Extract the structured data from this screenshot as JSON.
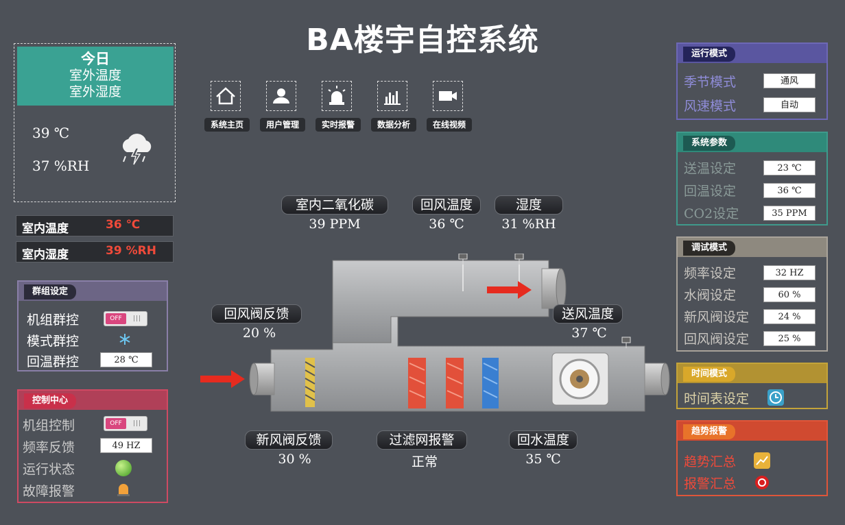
{
  "app_title": "BA楼宇自控系统",
  "weather": {
    "today": "今日",
    "outdoor_temp_label": "室外温度",
    "outdoor_humidity_label": "室外湿度",
    "temperature": "39 ℃",
    "humidity": "37 %RH",
    "icon": "thunder-cloud-icon"
  },
  "indoor": {
    "temp_label": "室内温度",
    "temp_value": "36 ℃",
    "humidity_label": "室内湿度",
    "humidity_value": "39 %RH"
  },
  "group_panel": {
    "tab": "群组设定",
    "unit_group_label": "机组群控",
    "unit_group_toggle": "OFF",
    "mode_group_label": "模式群控",
    "return_temp_group_label": "回温群控",
    "return_temp_group_value": "28 ℃"
  },
  "control_panel": {
    "tab": "控制中心",
    "unit_control_label": "机组控制",
    "unit_control_toggle": "OFF",
    "freq_feedback_label": "频率反馈",
    "freq_feedback_value": "49 HZ",
    "run_status_label": "运行状态",
    "fault_alarm_label": "故障报警"
  },
  "nav": [
    {
      "label": "系统主页",
      "icon": "home-icon"
    },
    {
      "label": "用户管理",
      "icon": "user-icon"
    },
    {
      "label": "实时报警",
      "icon": "alarm-light-icon"
    },
    {
      "label": "数据分析",
      "icon": "bar-chart-icon"
    },
    {
      "label": "在线视频",
      "icon": "video-camera-icon"
    }
  ],
  "sensors": {
    "co2_label": "室内二氧化碳",
    "co2_value": "39 PPM",
    "return_air_temp_label": "回风温度",
    "return_air_temp_value": "36 ℃",
    "humidity_label": "湿度",
    "humidity_value": "31 %RH",
    "return_damper_label": "回风阀反馈",
    "return_damper_value": "20 %",
    "supply_air_temp_label": "送风温度",
    "supply_air_temp_value": "37 ℃",
    "fresh_damper_label": "新风阀反馈",
    "fresh_damper_value": "30 %",
    "filter_alarm_label": "过滤网报警",
    "filter_alarm_value": "正常",
    "return_water_temp_label": "回水温度",
    "return_water_temp_value": "35 ℃"
  },
  "run_mode": {
    "tab": "运行模式",
    "season_label": "季节模式",
    "season_value": "通风",
    "fan_label": "风速模式",
    "fan_value": "自动"
  },
  "sys_params": {
    "tab": "系统参数",
    "supply_temp_label": "送温设定",
    "supply_temp_value": "23 ℃",
    "return_temp_label": "回温设定",
    "return_temp_value": "36 ℃",
    "co2_label": "CO2设定",
    "co2_value": "35 PPM"
  },
  "debug_mode": {
    "tab": "调试模式",
    "freq_label": "频率设定",
    "freq_value": "32 HZ",
    "water_valve_label": "水阀设定",
    "water_valve_value": "60 %",
    "fresh_damper_label": "新风阀设定",
    "fresh_damper_value": "24 %",
    "return_damper_label": "回风阀设定",
    "return_damper_value": "25 %"
  },
  "time_mode": {
    "tab": "时间模式",
    "schedule_label": "时间表设定"
  },
  "trend_alarm": {
    "tab": "趋势报警",
    "trend_label": "趋势汇总",
    "alarm_label": "报警汇总"
  },
  "colors": {
    "background": "#4d5158",
    "teal": "#3aa293",
    "red_value": "#f04a3a",
    "run_mode_border": "#6d68b5",
    "sys_params_border": "#3f9a8c",
    "debug_border": "#a9a39a",
    "time_border": "#c4a43a",
    "trend_border": "#e0563a",
    "group_border": "#8a7fa8",
    "control_border": "#cf4a63"
  }
}
